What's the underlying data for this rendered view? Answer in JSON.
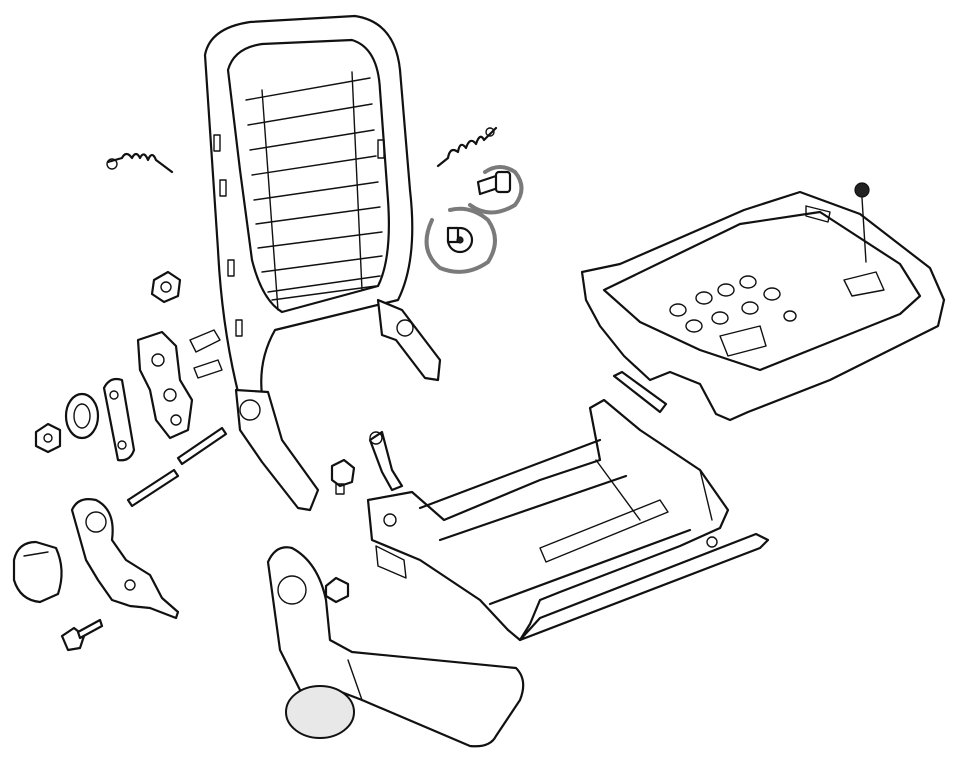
{
  "diagram": {
    "style": "exploded line-art parts drawing",
    "highlight_color": "#7a7a7a",
    "parts": [
      {
        "name": "seat-back-frame"
      },
      {
        "name": "seat-cushion-pan"
      },
      {
        "name": "seat-base-frame"
      },
      {
        "name": "side-trim-cover"
      },
      {
        "name": "recliner-mechanism"
      },
      {
        "name": "recliner-handle-knob"
      },
      {
        "name": "tension-spring-left"
      },
      {
        "name": "tension-spring-right"
      },
      {
        "name": "highlighted-screw"
      },
      {
        "name": "highlighted-bushing"
      }
    ]
  }
}
